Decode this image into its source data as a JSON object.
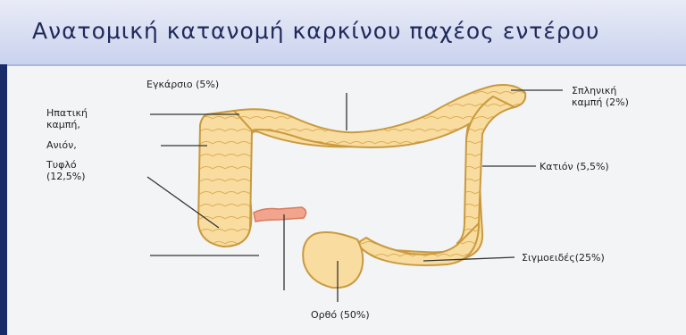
{
  "slide": {
    "title": "Ανατομική κατανομή καρκίνου παχέος εντέρου"
  },
  "labels": {
    "transverse": "Εγκάρσιο (5%)",
    "hepatic_1": "Ηπατική",
    "hepatic_2": "καμπή,",
    "ascending": "Ανιόν,",
    "cecum_1": "Τυφλό",
    "cecum_2": "(12,5%)",
    "splenic_1": "Σπληνική",
    "splenic_2": "καμπή (2%)",
    "descending": "Κατιόν (5,5%)",
    "sigmoid": "Σιγμοειδές(25%)",
    "rectum": "Ορθό (50%)"
  },
  "colors": {
    "colon_fill": "#f9dca0",
    "colon_stroke": "#c99a3e",
    "appendix": "#f2a58c",
    "title_text": "#1f2a5a",
    "edge_bar": "#1a2b6a"
  }
}
